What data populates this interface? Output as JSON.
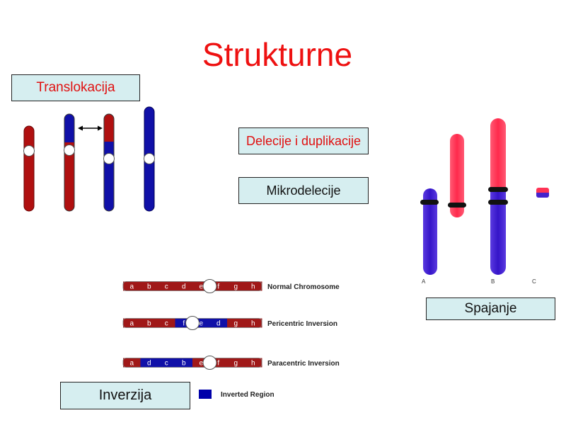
{
  "title": "Strukturne",
  "labels": {
    "translokacija": "Translokacija",
    "delecije": "Delecije i duplikacije",
    "mikrodelecije": "Mikrodelecije",
    "spajanje": "Spajanje",
    "inverzija": "Inverzija"
  },
  "fusion_labels": [
    "A",
    "B",
    "C"
  ],
  "inversion": {
    "rows": [
      {
        "name": "Normal Chromosome",
        "letters": [
          "a",
          "b",
          "c",
          "d",
          "e",
          "f",
          "g",
          "h"
        ]
      },
      {
        "name": "Pericentric Inversion",
        "letters": [
          "a",
          "b",
          "c",
          "f",
          "e",
          "d",
          "g",
          "h"
        ]
      },
      {
        "name": "Paracentric Inversion",
        "letters": [
          "a",
          "d",
          "c",
          "b",
          "e",
          "f",
          "g",
          "h"
        ]
      }
    ],
    "legend": "Inverted Region"
  },
  "colors": {
    "title": "#ee1111",
    "red": "#b01010",
    "blue": "#1010a8",
    "pink": "#ff3355",
    "violet": "#4422cc",
    "inverted": "#0000aa"
  }
}
